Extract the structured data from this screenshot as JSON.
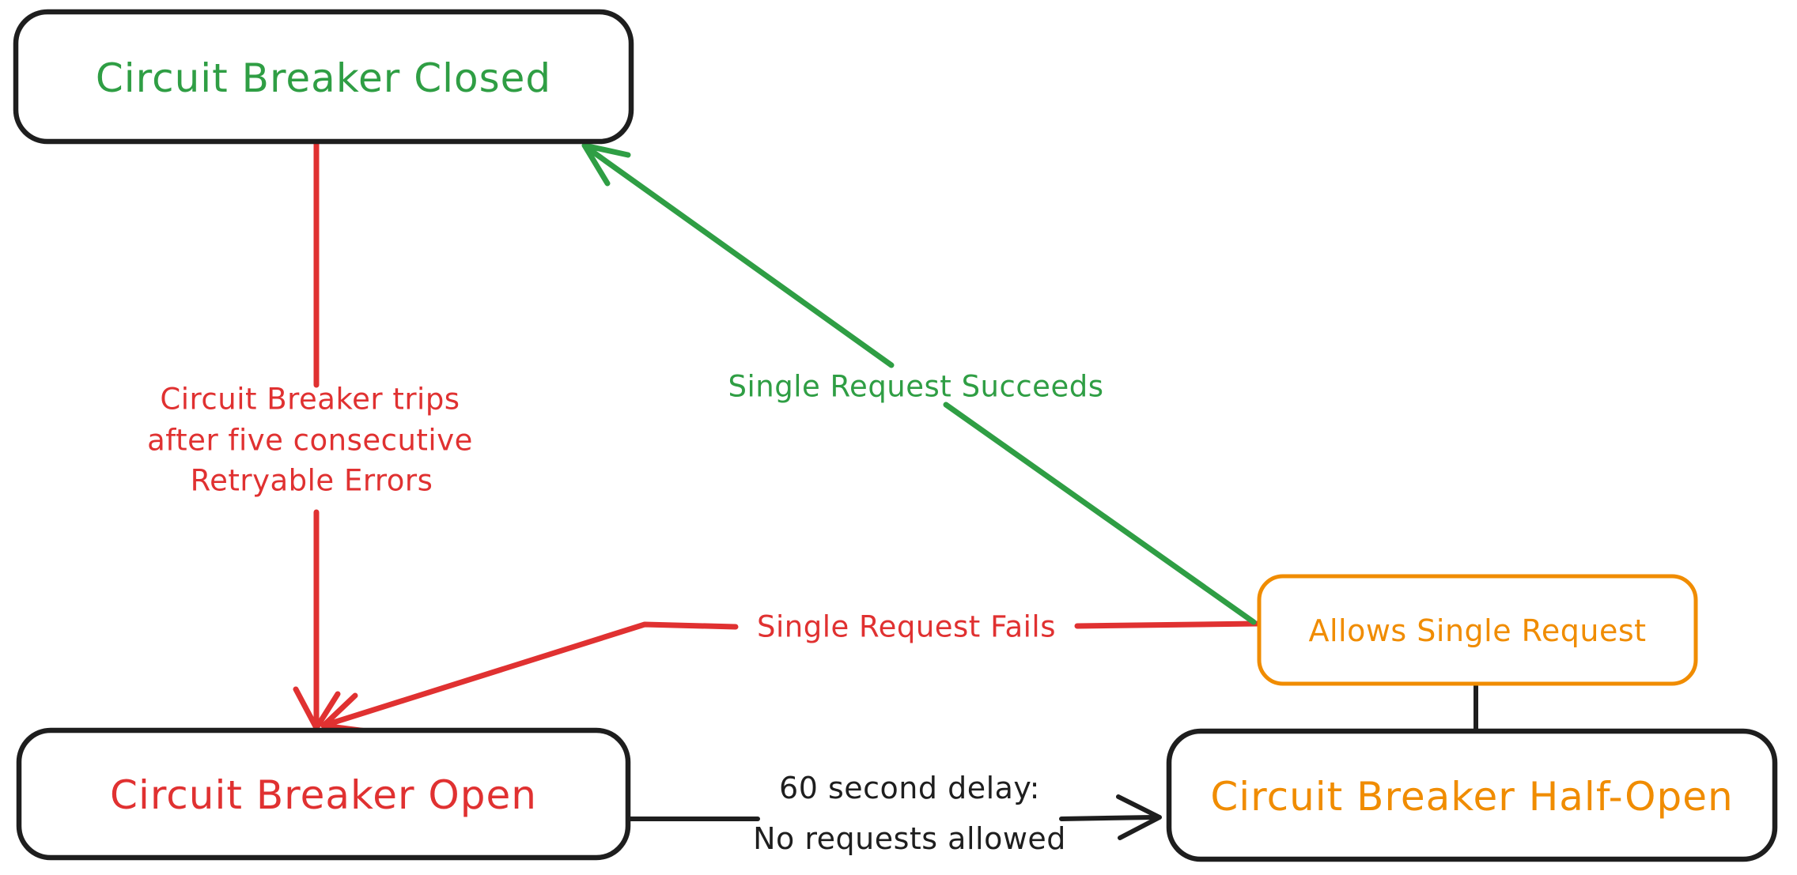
{
  "diagram": {
    "type": "state-diagram",
    "subject": "Circuit Breaker pattern states",
    "colors": {
      "green": "#2f9e44",
      "red": "#e03131",
      "orange": "#f08c00",
      "black": "#1e1e1e",
      "background": "#ffffff"
    },
    "nodes": {
      "closed": {
        "label": "Circuit Breaker Closed",
        "text_color": "#2f9e44",
        "border_color": "#1e1e1e"
      },
      "open": {
        "label": "Circuit Breaker Open",
        "text_color": "#e03131",
        "border_color": "#1e1e1e"
      },
      "half_open": {
        "label": "Circuit Breaker Half-Open",
        "text_color": "#f08c00",
        "border_color": "#1e1e1e"
      },
      "allows_single_request": {
        "label": "Allows Single Request",
        "text_color": "#f08c00",
        "border_color": "#f08c00"
      }
    },
    "edges": {
      "trips": {
        "from": "closed",
        "to": "open",
        "color": "#e03131",
        "label_lines": [
          "Circuit Breaker trips",
          "after five consecutive",
          "Retryable Errors"
        ]
      },
      "single_request_succeeds": {
        "from": "allows_single_request",
        "to": "closed",
        "color": "#2f9e44",
        "label": "Single Request Succeeds"
      },
      "single_request_fails": {
        "from": "allows_single_request",
        "to": "open",
        "color": "#e03131",
        "label": "Single Request Fails"
      },
      "delay": {
        "from": "open",
        "to": "half_open",
        "color": "#1e1e1e",
        "label_lines": [
          "60 second delay:",
          "No requests allowed"
        ]
      },
      "connector": {
        "from": "allows_single_request",
        "to": "half_open",
        "color": "#1e1e1e",
        "label": ""
      }
    }
  }
}
